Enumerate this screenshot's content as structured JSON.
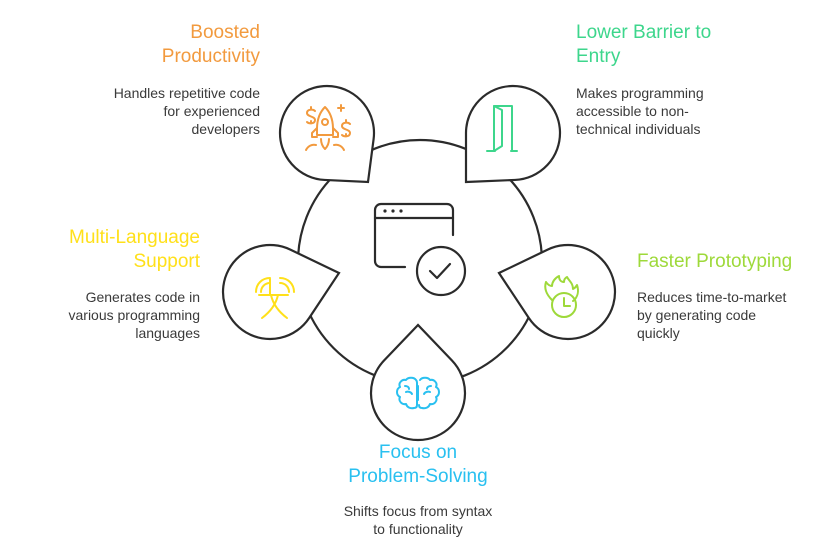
{
  "diagram": {
    "center_icon": "browser-window-check-icon",
    "stroke_color": "#2b2b2b",
    "items": [
      {
        "id": "boosted-productivity",
        "title": "Boosted Productivity",
        "title_lines": [
          "Boosted",
          "Productivity"
        ],
        "description_lines": [
          "Handles repetitive code",
          "for experienced",
          "developers"
        ],
        "icon": "rocket-dollar-icon",
        "color": "#F29A3E"
      },
      {
        "id": "lower-barrier",
        "title": "Lower Barrier to Entry",
        "title_lines": [
          "Lower Barrier to",
          "Entry"
        ],
        "description_lines": [
          "Makes programming",
          "accessible to non-",
          "technical individuals"
        ],
        "icon": "open-door-icon",
        "color": "#3DD68C"
      },
      {
        "id": "multi-language",
        "title": "Multi-Language Support",
        "title_lines": [
          "Multi-Language",
          "Support"
        ],
        "description_lines": [
          "Generates code in",
          "various programming",
          "languages"
        ],
        "icon": "language-translate-icon",
        "color": "#FFE01A"
      },
      {
        "id": "faster-prototyping",
        "title": "Faster Prototyping",
        "title_lines": [
          "Faster Prototyping"
        ],
        "description_lines": [
          "Reduces time-to-market",
          "by generating code",
          "quickly"
        ],
        "icon": "fire-clock-icon",
        "color": "#9ED93A"
      },
      {
        "id": "problem-solving",
        "title": "Focus on Problem-Solving",
        "title_lines": [
          "Focus on",
          "Problem-Solving"
        ],
        "description_lines": [
          "Shifts focus from syntax",
          "to functionality"
        ],
        "icon": "brain-icon",
        "color": "#29C0F0"
      }
    ]
  }
}
